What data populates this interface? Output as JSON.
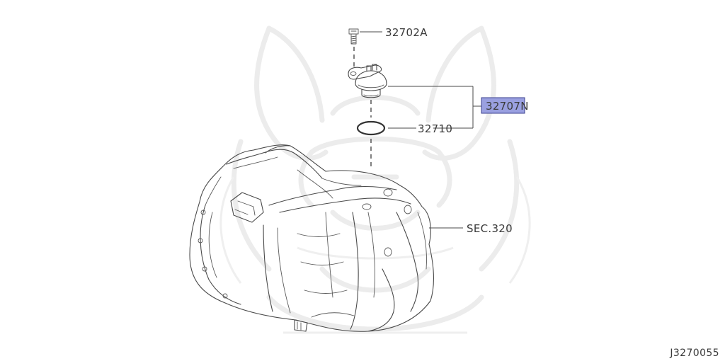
{
  "parts": {
    "bolt": "32702A",
    "sensor": "32707N",
    "o_ring": "32710",
    "transmission": "SEC.320"
  },
  "diagram_code": "J3270055",
  "colors": {
    "highlight_fill": "#9aa0e0",
    "highlight_border": "#3a3f8f",
    "line": "#4a4a4a",
    "watermark": "#ececec"
  }
}
